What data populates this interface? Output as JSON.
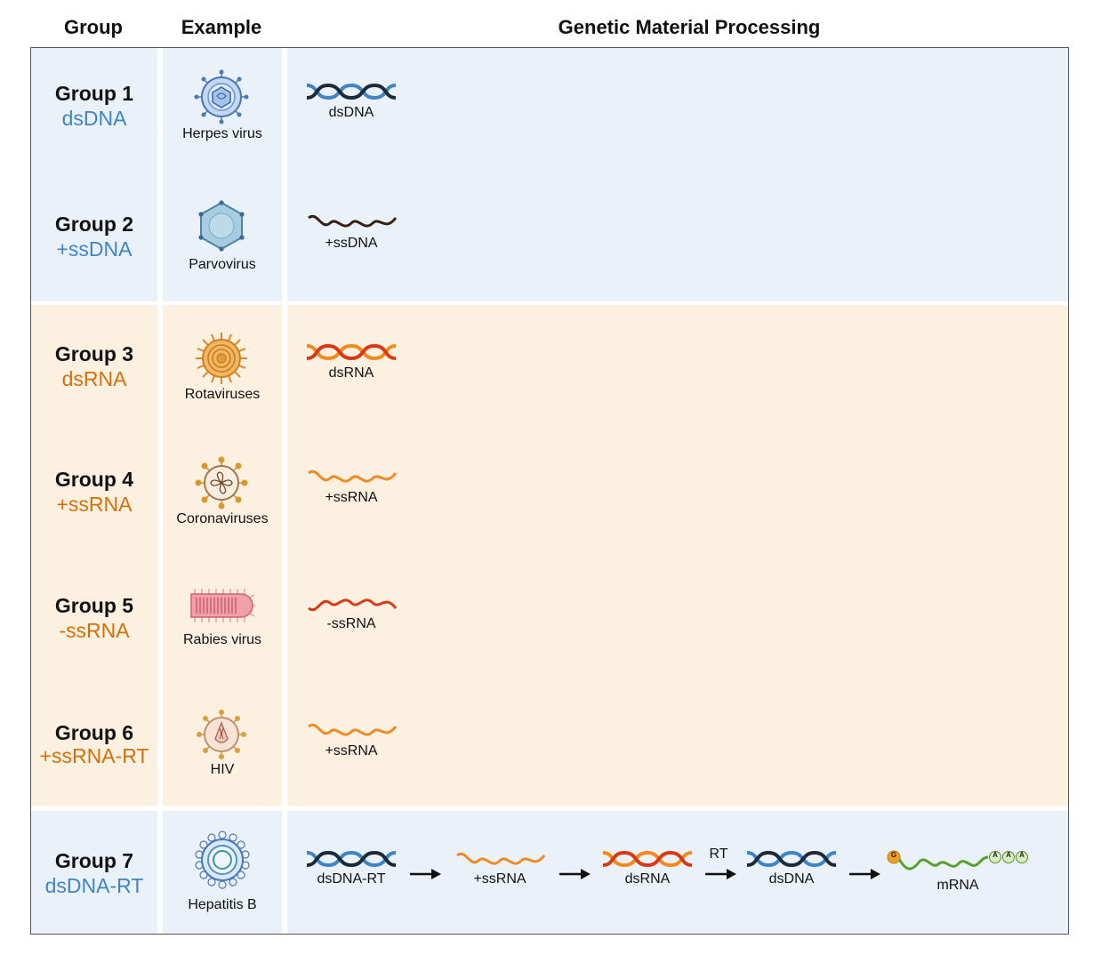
{
  "headers": {
    "group": "Group",
    "example": "Example",
    "processing": "Genetic Material Processing"
  },
  "colors": {
    "dna_blue": "#3d85c6",
    "rna_orange": "#d4700a",
    "band_blue": "#ebf1f8",
    "band_orange": "#fcf0e0"
  },
  "groups": [
    {
      "title": "Group 1",
      "type": "dsDNA",
      "example": "Herpes virus",
      "strand_label": "dsDNA"
    },
    {
      "title": "Group 2",
      "type": "+ssDNA",
      "example": "Parvovirus",
      "strand_label": "+ssDNA"
    },
    {
      "title": "Group 3",
      "type": "dsRNA",
      "example": "Rotaviruses",
      "strand_label": "dsRNA"
    },
    {
      "title": "Group 4",
      "type": "+ssRNA",
      "example": "Coronaviruses",
      "strand_label": "+ssRNA"
    },
    {
      "title": "Group 5",
      "type": "-ssRNA",
      "example": "Rabies virus",
      "strand_label": "-ssRNA"
    },
    {
      "title": "Group 6",
      "type": "+ssRNA-RT",
      "example": "HIV",
      "strand_label": "+ssRNA"
    },
    {
      "title": "Group 7",
      "type": "dsDNA-RT",
      "example": "Hepatitis B",
      "strand_label": "dsDNA-RT"
    }
  ],
  "group7_flow": {
    "steps": [
      "+ssRNA",
      "dsRNA",
      "dsDNA",
      "mRNA"
    ],
    "rt_label": "RT",
    "cap_label": "G",
    "polya_labels": [
      "A",
      "A",
      "A"
    ]
  }
}
